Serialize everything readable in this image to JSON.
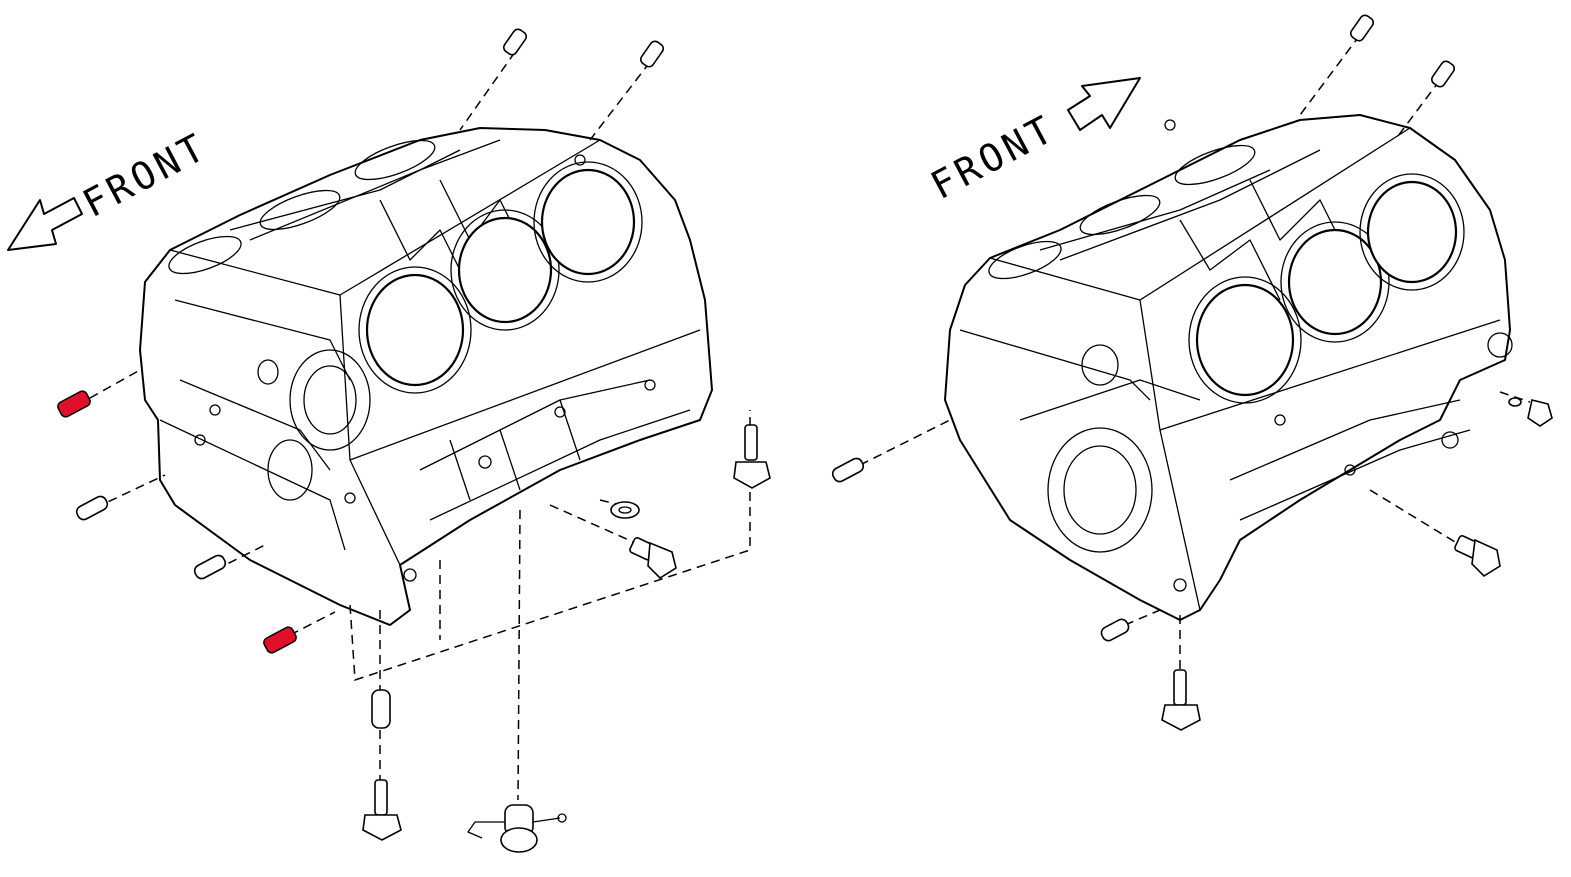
{
  "labels": {
    "front_left": "FRONT",
    "front_right": "FRONT"
  },
  "colors": {
    "highlight": "#e0102a",
    "line": "#000000",
    "background": "#ffffff"
  },
  "views": [
    {
      "name": "left-view",
      "highlighted_parts": 2,
      "bores_visible": 3
    },
    {
      "name": "right-view",
      "highlighted_parts": 0,
      "bores_visible": 3
    }
  ]
}
